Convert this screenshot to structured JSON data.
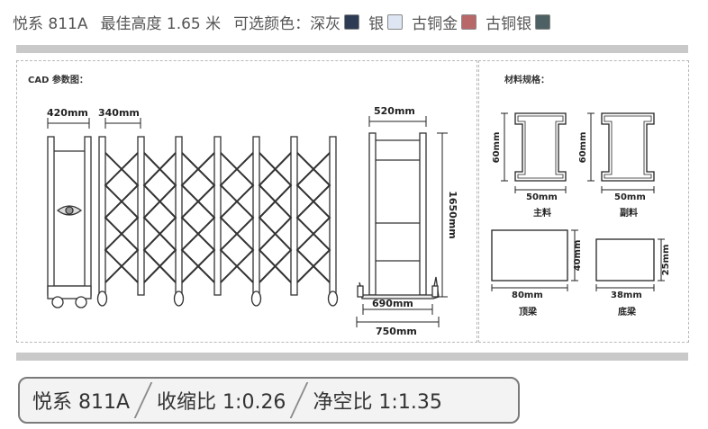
{
  "header": {
    "model": "悦系 811A",
    "height": "最佳高度 1.65 米",
    "colors_label": "可选颜色：",
    "colors": [
      {
        "name": "深灰",
        "hex": "#2e3b55"
      },
      {
        "name": "银",
        "hex": "#dde6f2"
      },
      {
        "name": "古铜金",
        "hex": "#b9686a"
      },
      {
        "name": "古铜银",
        "hex": "#4d6063"
      }
    ]
  },
  "cad": {
    "title": "CAD 参数图：",
    "dim_head": "420mm",
    "dim_pitch": "340mm",
    "dim_side_width": "520mm",
    "dim_height": "1650mm",
    "dim_base_inner": "690mm",
    "dim_base_outer": "750mm"
  },
  "materials": {
    "title": "材料规格：",
    "main": {
      "label": "主料",
      "width": "50mm",
      "height": "60mm"
    },
    "sub": {
      "label": "副料",
      "width": "50mm",
      "height": "60mm"
    },
    "top_beam": {
      "label": "顶梁",
      "width": "80mm",
      "height": "40mm"
    },
    "bottom_beam": {
      "label": "底梁",
      "width": "38mm",
      "height": "25mm"
    }
  },
  "footer": {
    "model": "悦系 811A",
    "retract_ratio": "收缩比 1:0.26",
    "clear_ratio": "净空比 1:1.35"
  }
}
